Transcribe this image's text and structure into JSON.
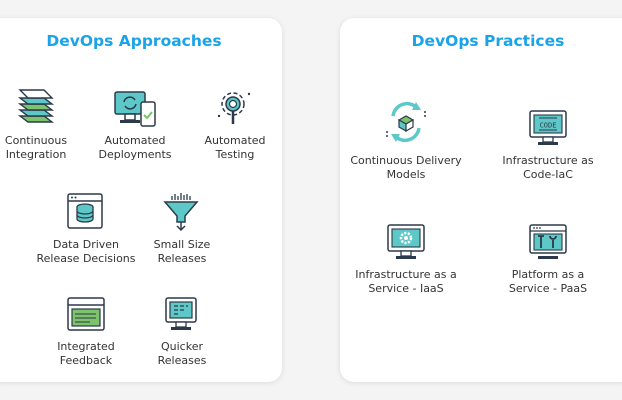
{
  "left_panel": {
    "title": "DevOps Approaches",
    "items": [
      {
        "label": "Continuous\nIntegration",
        "icon": "stacked-layers-icon"
      },
      {
        "label": "Automated\nDeployments",
        "icon": "monitor-phone-sync-icon"
      },
      {
        "label": "Automated\nTesting",
        "icon": "gear-magnifier-icon"
      },
      {
        "label": "Data Driven\nRelease Decisions",
        "icon": "database-browser-icon"
      },
      {
        "label": "Small Size\nReleases",
        "icon": "funnel-icon"
      },
      {
        "label": "Integrated\nFeedback",
        "icon": "feedback-browser-icon"
      },
      {
        "label": "Quicker\nReleases",
        "icon": "calendar-monitor-icon"
      }
    ]
  },
  "right_panel": {
    "title": "DevOps Practices",
    "items": [
      {
        "label": "Continuous Delivery\nModels",
        "icon": "cycle-box-icon"
      },
      {
        "label": "Infrastructure as\nCode-IaC",
        "icon": "code-monitor-icon",
        "icon_text": "CODE"
      },
      {
        "label": "Infrastructure as a\nService - IaaS",
        "icon": "gear-monitor-icon"
      },
      {
        "label": "Platform as a\nService - PaaS",
        "icon": "tools-monitor-icon"
      }
    ]
  },
  "colors": {
    "accent": "#1aa3e8",
    "teal": "#5ec8c8",
    "green": "#7cc36b",
    "outline": "#2b3a4a",
    "yellow": "#f2c94c"
  }
}
